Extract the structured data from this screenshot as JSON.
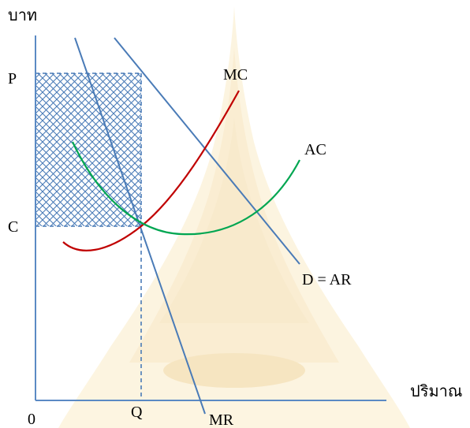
{
  "axes": {
    "y_label": "บาท",
    "x_label": "ปริมาณ",
    "origin_label": "0"
  },
  "ticks": {
    "price": "P",
    "cost": "C",
    "quantity": "Q"
  },
  "curves": {
    "mc": "MC",
    "ac": "AC",
    "demand": "D = AR",
    "mr": "MR"
  },
  "colors": {
    "axis": "#5b8ac4",
    "demand": "#4a7bb7",
    "mr": "#4a7bb7",
    "mc": "#c00000",
    "ac": "#00a651",
    "dashed": "#4a7bb7",
    "profit_hatch": "#4a7bb7",
    "watermark": "#f3d9a3"
  }
}
